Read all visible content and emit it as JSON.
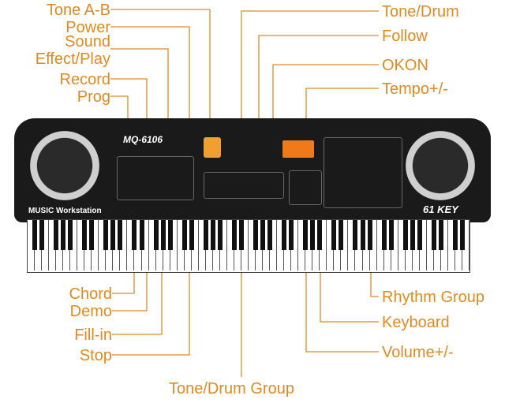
{
  "labels": {
    "tone_ab": "Tone A-B",
    "power": "Power",
    "sound_effect_play": "Sound\nEffect/Play",
    "record": "Record",
    "prog": "Prog",
    "chord": "Chord",
    "demo": "Demo",
    "fill_in": "Fill-in",
    "stop": "Stop",
    "tone_drum_group": "Tone/Drum Group",
    "tone_drum": "Tone/Drum",
    "follow": "Follow",
    "okon": "OKON",
    "tempo": "Tempo+/-",
    "rhythm_group": "Rhythm Group",
    "keyboard": "Keyboard",
    "volume": "Volume+/-"
  },
  "device": {
    "model": "MQ-6106",
    "workstation": "MUSIC Workstation",
    "key_count": "61 KEY"
  },
  "colors": {
    "label": "#e08a1e",
    "body": "#1a1a1a",
    "leader": "#e08a1e"
  }
}
